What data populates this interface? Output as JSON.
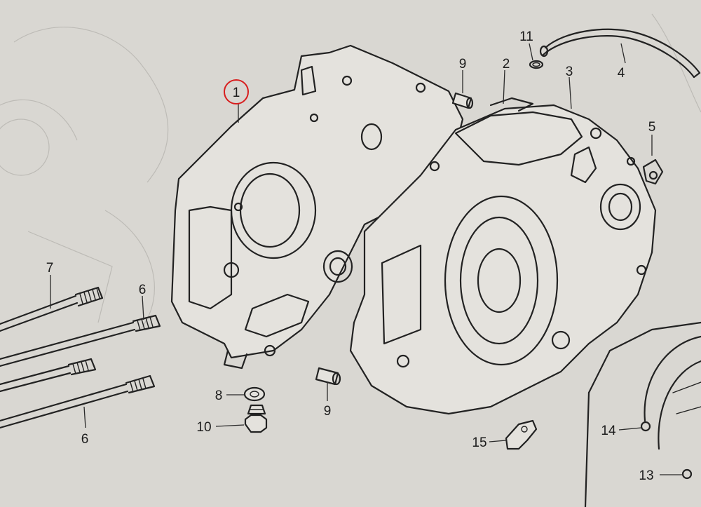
{
  "diagram": {
    "background_color": "#d9d7d2",
    "ink_color": "#222222",
    "highlight_color": "#d81e1e",
    "highlighted_part": "1",
    "parts": [
      {
        "id": "crankcase-left",
        "label": "1"
      },
      {
        "id": "crankcase-right",
        "label": "2"
      },
      {
        "id": "crankcase-right-b",
        "label": "3"
      },
      {
        "id": "breather-tube",
        "label": "4"
      },
      {
        "id": "tube-clamp",
        "label": "5"
      },
      {
        "id": "stud-short",
        "label": "6"
      },
      {
        "id": "stud-short-b",
        "label": "6"
      },
      {
        "id": "stud-long",
        "label": "7"
      },
      {
        "id": "sealing-washer",
        "label": "8"
      },
      {
        "id": "dowel-pin-top",
        "label": "9"
      },
      {
        "id": "dowel-pin-bottom",
        "label": "9"
      },
      {
        "id": "drain-bolt",
        "label": "10"
      },
      {
        "id": "hose-clip",
        "label": "11"
      },
      {
        "id": "cover-bolt-lower",
        "label": "13"
      },
      {
        "id": "cover-bolt-upper",
        "label": "14"
      },
      {
        "id": "cable-guide",
        "label": "15"
      }
    ]
  }
}
